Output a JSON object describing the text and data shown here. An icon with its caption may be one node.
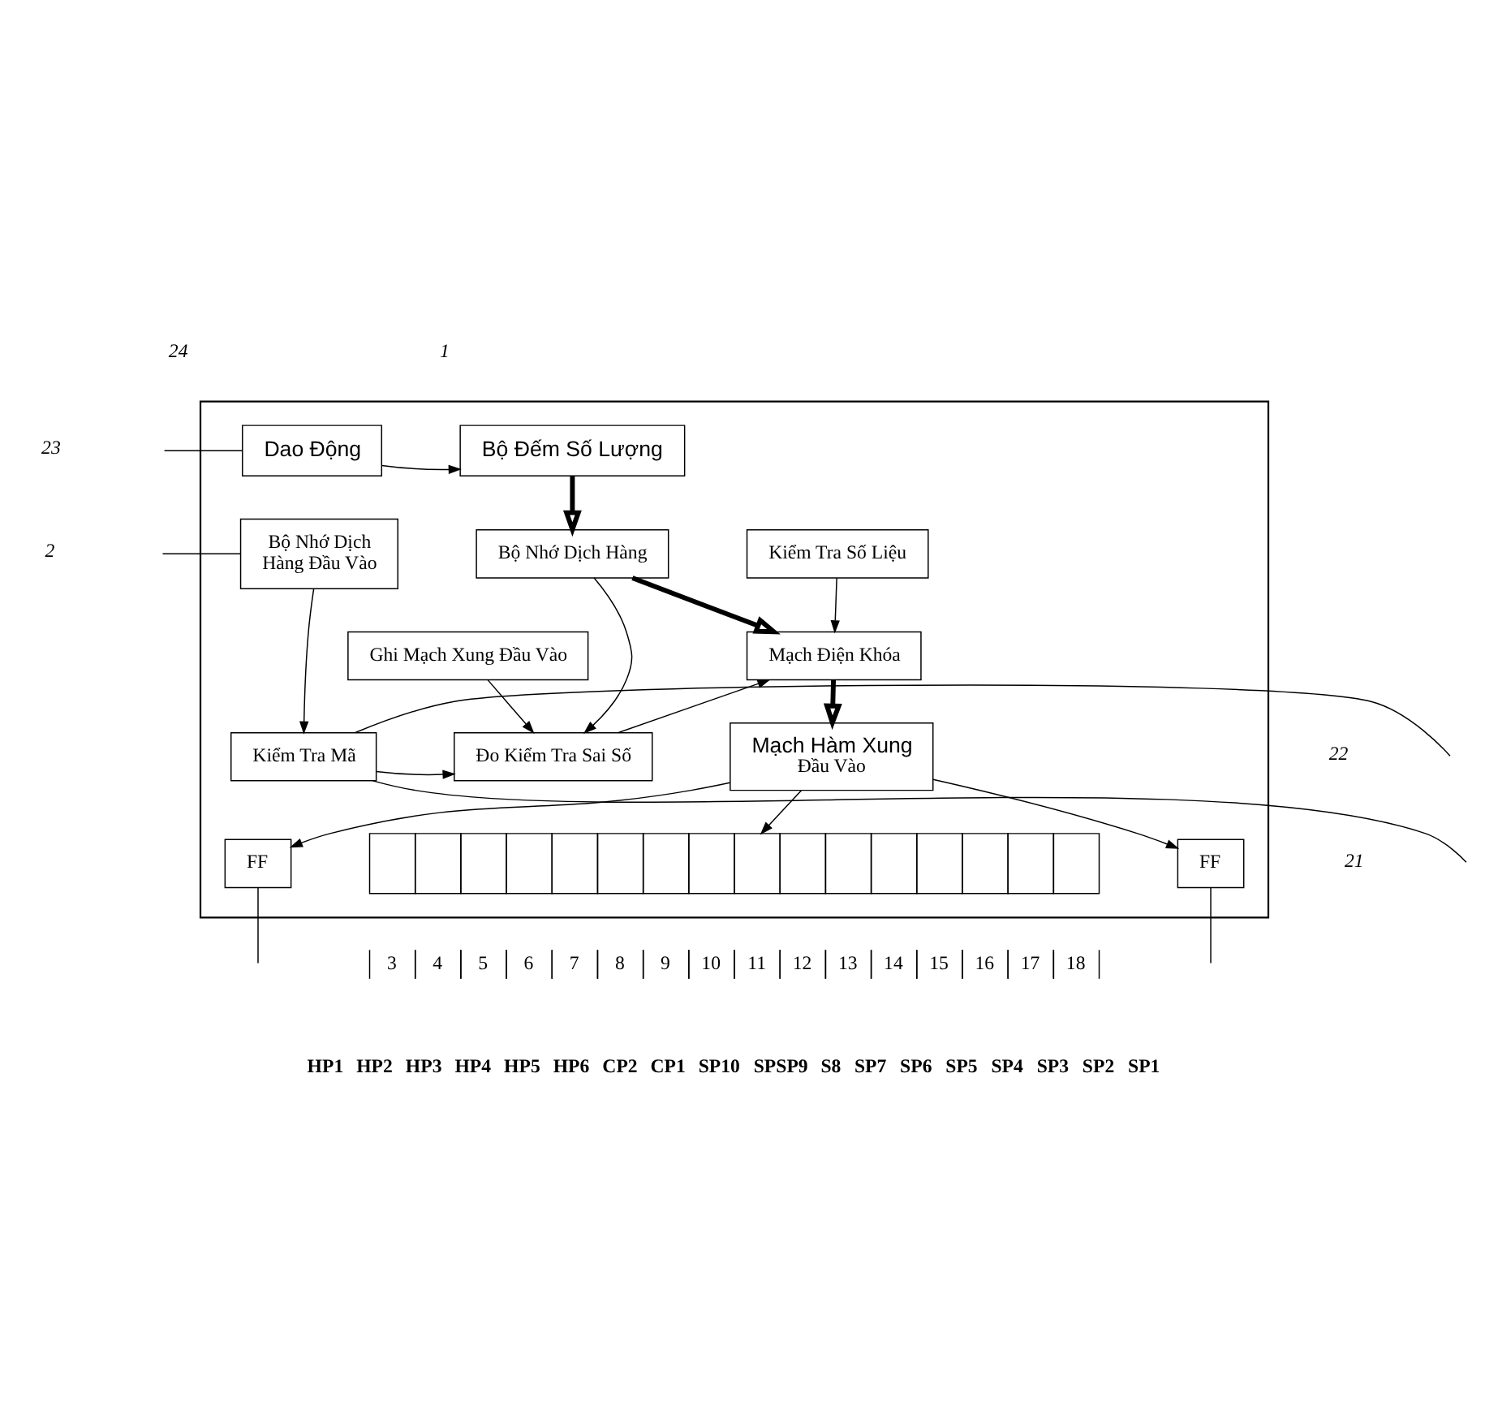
{
  "diagram": {
    "nodes": [
      {
        "text": [],
        "shape": "box"
      },
      {
        "text": [
          "Dao Động"
        ],
        "in": 0
      },
      {
        "text": [
          "Bộ Đếm Số Lượng"
        ],
        "in": 0
      },
      {
        "text": [
          "Bộ Nhớ Dịch",
          "Hàng Đầu Vào"
        ],
        "in": 0
      },
      {
        "text": [
          "Bộ Nhớ Dịch Hàng"
        ],
        "in": 0
      },
      {
        "text": [
          "Kiểm Tra Số Liệu"
        ],
        "in": 0
      },
      {
        "text": [
          "Ghi Mạch Xung Đầu Vào"
        ],
        "in": 0
      },
      {
        "text": [
          "Mạch Điện Khóa"
        ],
        "in": 0
      },
      {
        "text": [
          "Kiểm Tra Mã"
        ],
        "in": 0
      },
      {
        "text": [
          "Đo Kiểm Tra Sai Số"
        ],
        "in": 0
      },
      {
        "text": [
          "Mạch Hàm Xung",
          "Đầu Vào"
        ],
        "in": 0
      },
      {
        "text": [
          "FF"
        ],
        "in": 0
      },
      {
        "text": [
          "FF"
        ],
        "in": 0
      },
      {
        "text": [],
        "shape": "bar",
        "in": 0
      }
    ],
    "edges": [
      {
        "from": null,
        "to": 1,
        "arrow": "none"
      },
      {
        "from": null,
        "to": 3,
        "arrow": "none"
      },
      {
        "from": null,
        "to": 8,
        "arrow": "none"
      },
      {
        "from": null,
        "to": 8,
        "arrow": "none"
      },
      {
        "from": 1,
        "to": 2,
        "arrow": "to"
      },
      {
        "from": 2,
        "to": 4,
        "arrow": "to",
        "style": "thick"
      },
      {
        "from": 4,
        "to": 7,
        "arrow": "to",
        "style": "thick"
      },
      {
        "from": 5,
        "to": 7,
        "arrow": "to"
      },
      {
        "from": 3,
        "to": 8,
        "arrow": "to"
      },
      {
        "from": 4,
        "to": 9,
        "arrow": "to"
      },
      {
        "from": 6,
        "to": 9,
        "arrow": "to"
      },
      {
        "from": 8,
        "to": 9,
        "arrow": "to"
      },
      {
        "from": 9,
        "to": 7,
        "arrow": "to"
      },
      {
        "from": 7,
        "to": 10,
        "arrow": "to",
        "style": "thick"
      },
      {
        "from": 10,
        "to": 13,
        "arrow": "to"
      },
      {
        "from": 10,
        "to": 11,
        "arrow": "to"
      },
      {
        "from": 10,
        "to": 12,
        "arrow": "to"
      },
      {
        "from": 11,
        "to": null,
        "arrow": "none"
      },
      {
        "from": 12,
        "to": null,
        "arrow": "none"
      }
    ],
    "labels": [
      "24",
      "1",
      "23",
      "2",
      "22",
      "21",
      "3",
      "4",
      "5",
      "6",
      "7",
      "8",
      "9",
      "10",
      "11",
      "12",
      "13",
      "14",
      "15",
      "16",
      "17",
      "18",
      "HP1",
      "HP2",
      "HP3",
      "HP4",
      "HP5",
      "HP6",
      "CP2",
      "CP1",
      "SP10",
      "SPSP9",
      "S8",
      "SP7",
      "SP6",
      "SP5",
      "SP4",
      "SP3",
      "SP2",
      "SP1"
    ]
  }
}
